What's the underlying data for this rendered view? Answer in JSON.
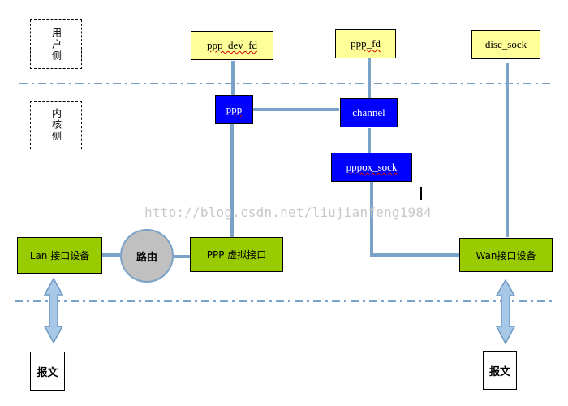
{
  "zones": {
    "user_side": "用户侧",
    "kernel_side": "内核侧"
  },
  "user_nodes": {
    "ppp_dev_fd": "ppp_dev_fd",
    "ppp_fd": "ppp_fd",
    "disc_sock": "disc_sock"
  },
  "kernel_nodes": {
    "ppp": "ppp",
    "channel": "channel",
    "pppox_sock": "pppox_sock"
  },
  "devices": {
    "lan": "Lan 接口设备",
    "router": "路由",
    "ppp_virtual": "PPP 虚拟接口",
    "wan": "Wan接口设备"
  },
  "packets": {
    "left": "报文",
    "right": "报文"
  },
  "watermark": "http://blog.csdn.net/liujianfeng1984",
  "colors": {
    "connector": "#7ba2c9",
    "user_node_fill": "#ffff99",
    "kernel_node_fill": "#0000ff",
    "device_fill": "#99cc00",
    "router_fill": "#c0c0c0",
    "arrow_fill": "#a8c8e8"
  }
}
